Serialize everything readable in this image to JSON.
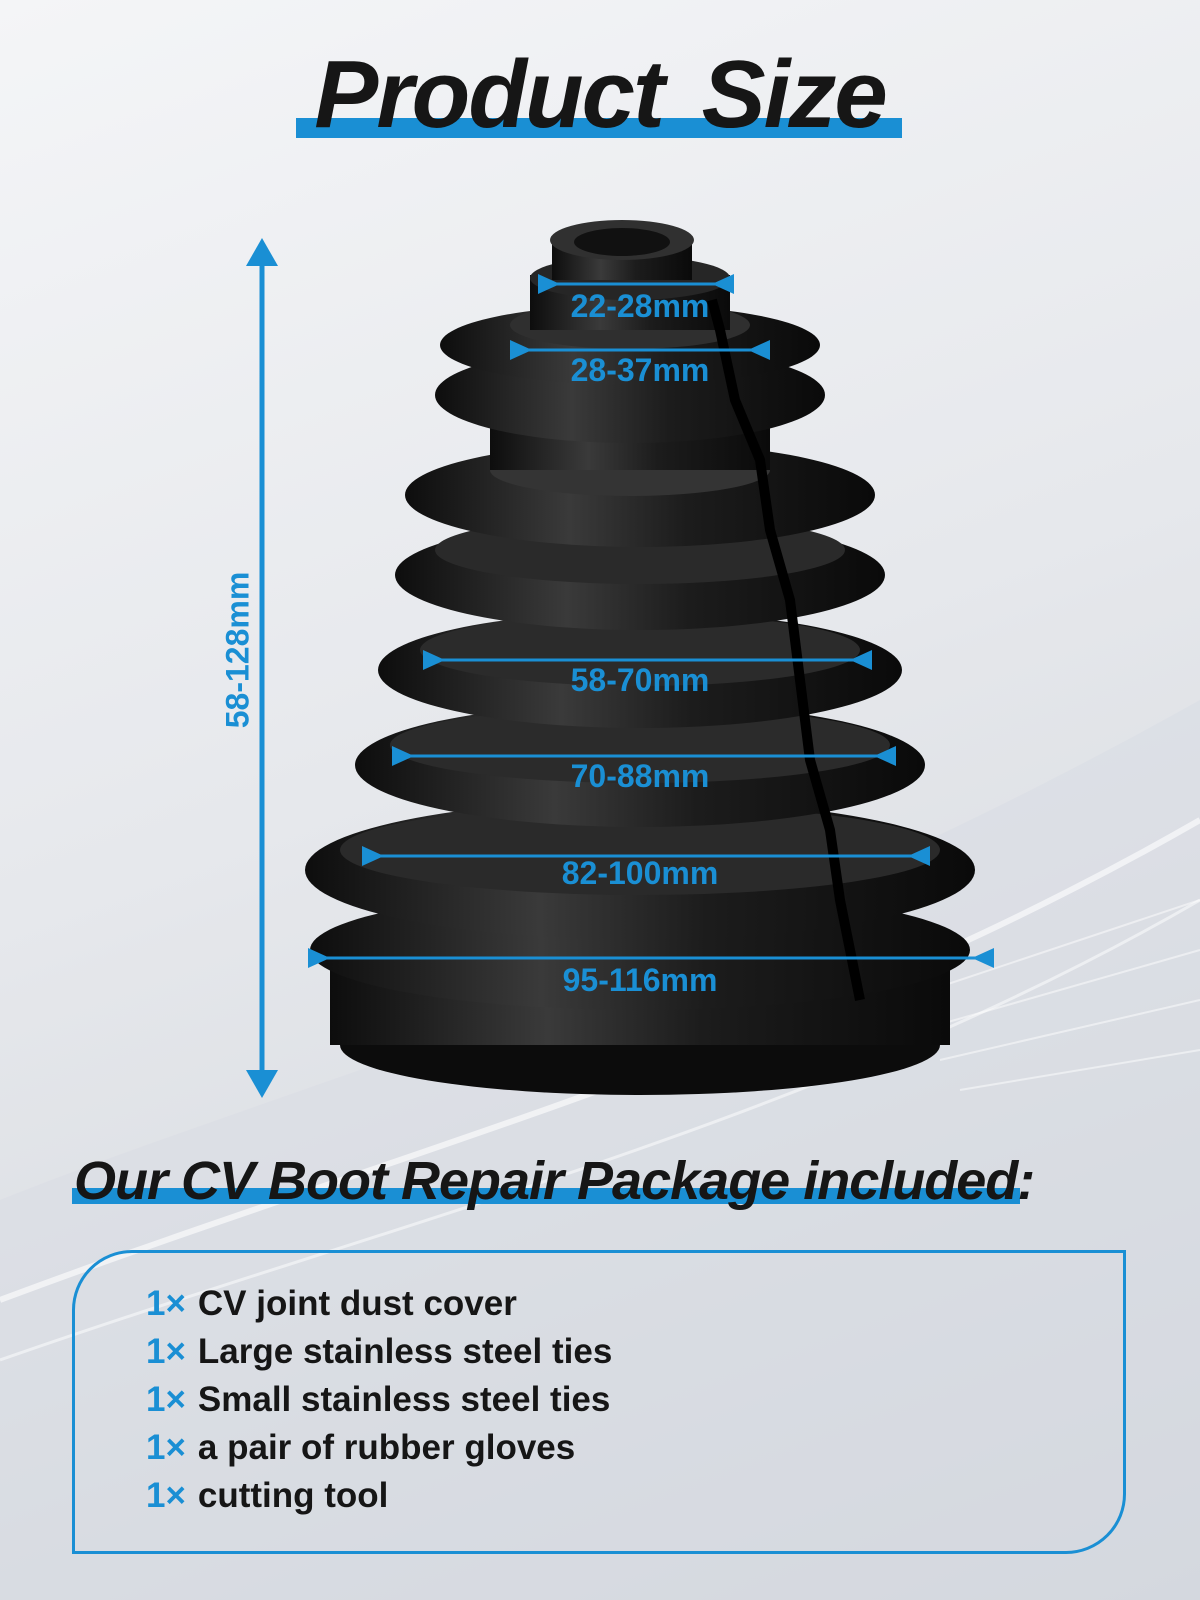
{
  "title": "Product  Size",
  "accent_color": "#1a8fd4",
  "height_dimension": "58-128mm",
  "dimensions": [
    {
      "label": "22-28mm"
    },
    {
      "label": "28-37mm"
    },
    {
      "label": "58-70mm"
    },
    {
      "label": "70-88mm"
    },
    {
      "label": "82-100mm"
    },
    {
      "label": "95-116mm"
    }
  ],
  "package": {
    "title": "Our CV Boot Repair Package included:",
    "items": [
      {
        "qty": "1×",
        "text": "CV joint dust cover"
      },
      {
        "qty": "1×",
        "text": "Large stainless steel ties"
      },
      {
        "qty": "1×",
        "text": "Small stainless steel ties"
      },
      {
        "qty": "1×",
        "text": "a pair of rubber gloves"
      },
      {
        "qty": "1×",
        "text": "cutting tool"
      }
    ]
  }
}
